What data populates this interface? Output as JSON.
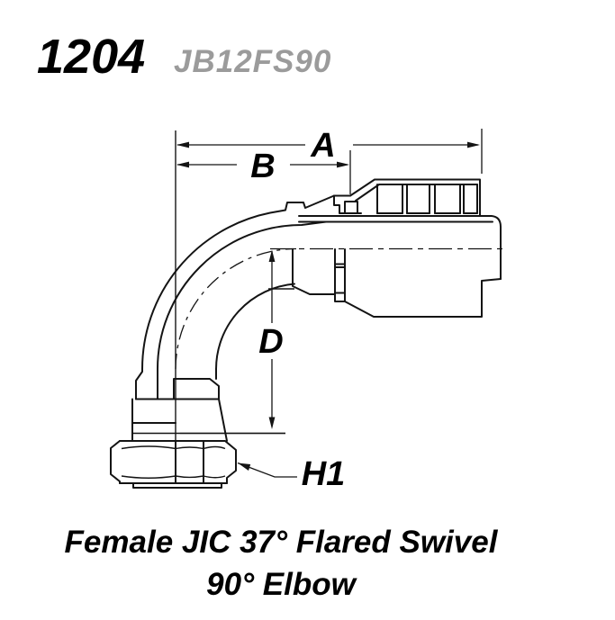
{
  "header": {
    "part_number": "1204",
    "model_code": "JB12FS90"
  },
  "drawing": {
    "type": "technical-line-drawing",
    "subject": "90-degree elbow hose fitting side view with crimp ferrule and swivel nut",
    "dimension_labels": {
      "a": "A",
      "b": "B",
      "d": "D",
      "h1": "H1"
    }
  },
  "caption": {
    "line1": "Female JIC 37° Flared Swivel",
    "line2": "90° Elbow"
  },
  "colors": {
    "line": "#141414",
    "text": "#000000",
    "model_code_gray": "#9b9b9b",
    "background": "#ffffff"
  }
}
